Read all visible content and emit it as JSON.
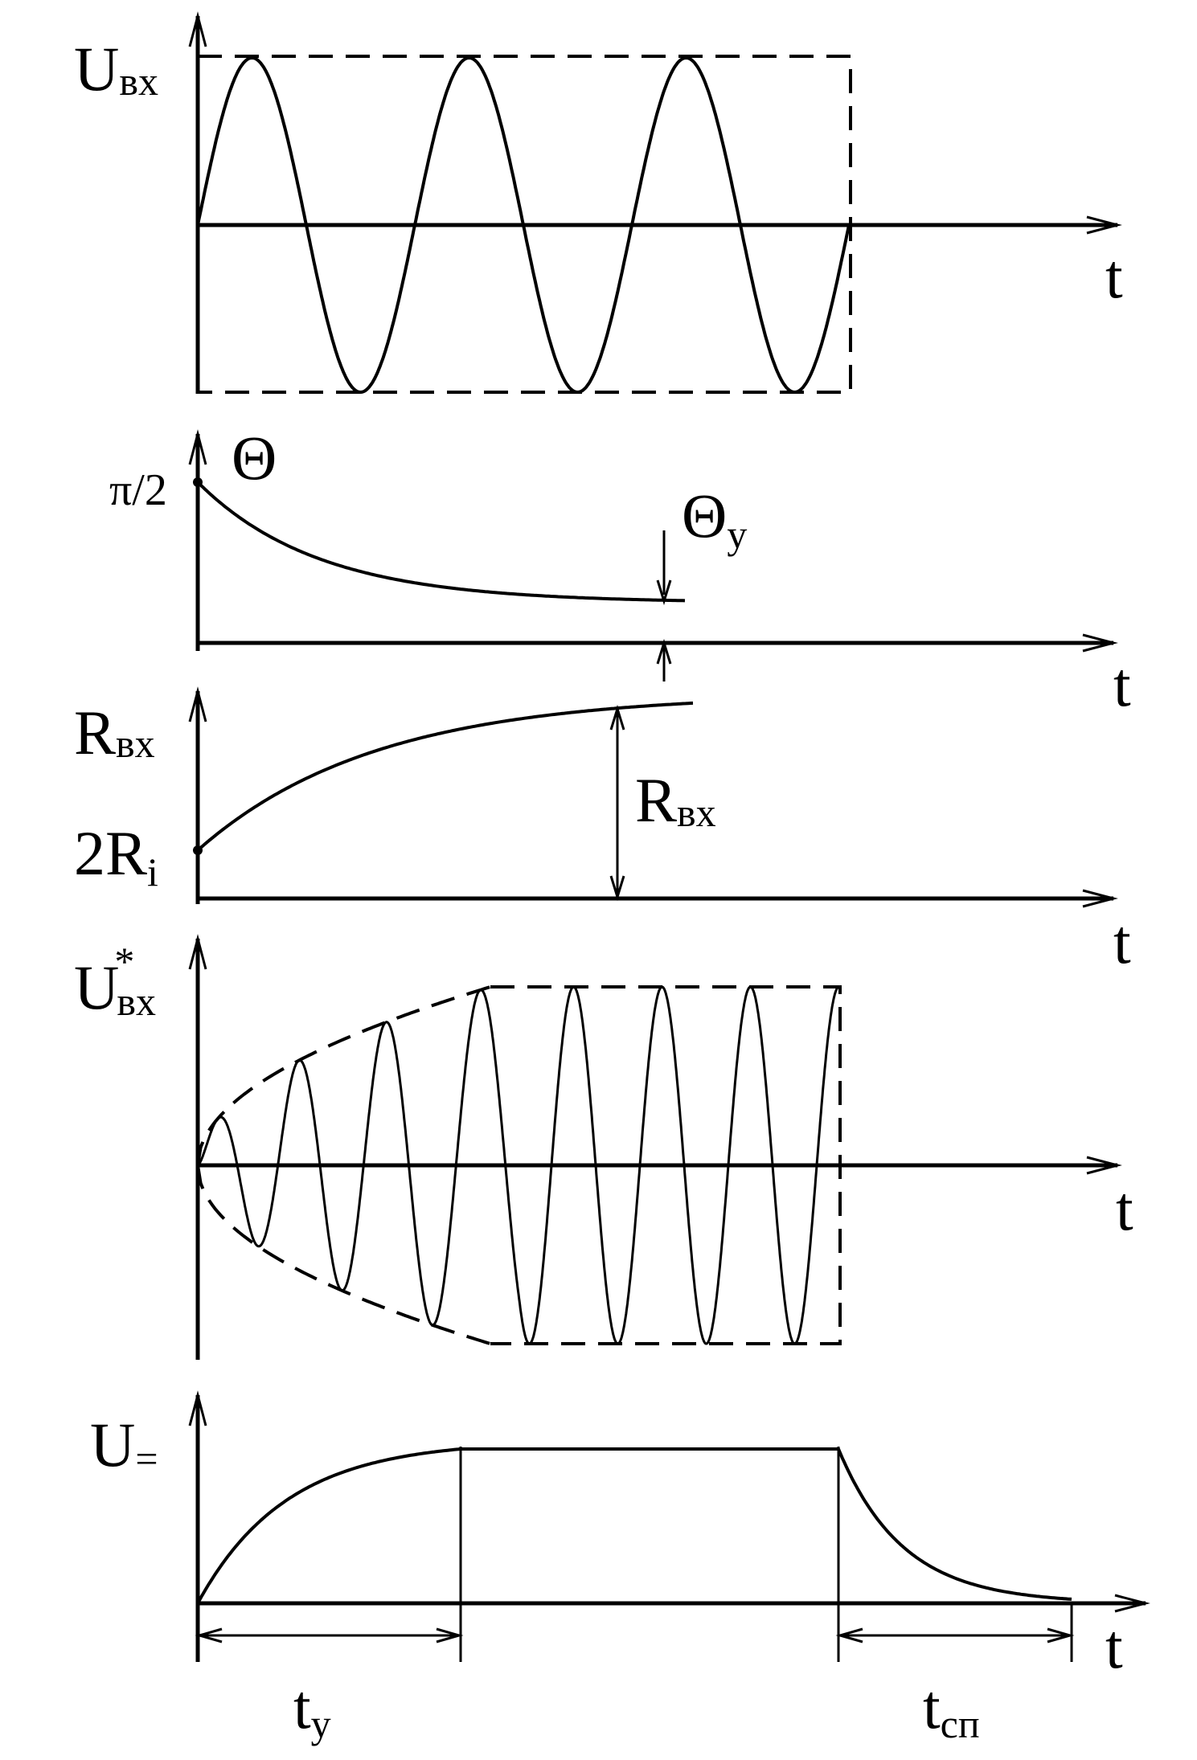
{
  "panels": {
    "p1": {
      "y_label": "U",
      "y_sub": "вх",
      "x_label": "t"
    },
    "p2": {
      "y_label": "Θ",
      "y_tick": "π/2",
      "marker_label": "Θ",
      "marker_sub": "у",
      "x_label": "t"
    },
    "p3": {
      "y_label": "R",
      "y_sub": "вх",
      "y_tick_main": "2R",
      "y_tick_sub": "i",
      "marker_label": "R",
      "marker_sub": "вх",
      "x_label": "t"
    },
    "p4": {
      "y_label": "U",
      "y_sup": "*",
      "y_sub": "вх",
      "x_label": "t"
    },
    "p5": {
      "y_label": "U",
      "y_sub": "=",
      "x_label": "t",
      "interval1_label": "t",
      "interval1_sub": "у",
      "interval2_label": "t",
      "interval2_sub": "сп"
    }
  }
}
